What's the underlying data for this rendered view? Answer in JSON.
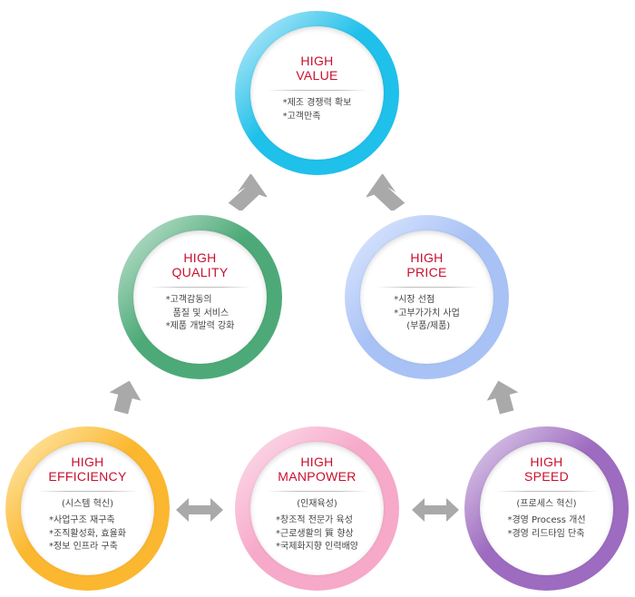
{
  "nodes": {
    "value": {
      "title": [
        "HIGH",
        "VALUE"
      ],
      "items": [
        "*제조 경쟁력 확보",
        "*고객만족"
      ],
      "color_start": "#cfeffa",
      "color_end": "#1fc0ea"
    },
    "quality": {
      "title": [
        "HIGH",
        "QUALITY"
      ],
      "items": [
        "*고객감동의",
        "품질 및 서비스",
        "*제품 개발력 강화"
      ],
      "color_start": "#cfe8da",
      "color_end": "#4daa78"
    },
    "price": {
      "title": [
        "HIGH",
        "PRICE"
      ],
      "items": [
        "*시장 선점",
        "*고부가가치 사업",
        "(부품/제품)"
      ],
      "color_start": "#e3ecff",
      "color_end": "#a9c2f5"
    },
    "efficiency": {
      "title": [
        "HIGH",
        "EFFICIENCY"
      ],
      "subtitle": "(시스템 혁신)",
      "items": [
        "*사업구조 재구축",
        "*조직활성화, 효율화",
        "*정보 인프라 구축"
      ],
      "color_start": "#ffeebb",
      "color_end": "#fbb72f"
    },
    "manpower": {
      "title": [
        "HIGH",
        "MANPOWER"
      ],
      "subtitle": "(인재육성)",
      "items": [
        "*창조적 전문가 육성",
        "*근로생활의 質 향상",
        "*국제화지향 인력배양"
      ],
      "color_start": "#fde3ee",
      "color_end": "#f6a9c9"
    },
    "speed": {
      "title": [
        "HIGH",
        "SPEED"
      ],
      "subtitle": "(프로세스 혁신)",
      "items": [
        "*경영 Process 개선",
        "*경영 리드타임 단축"
      ],
      "color_start": "#e6d9f0",
      "color_end": "#9d6bbf"
    }
  },
  "arrow_color": "#a9a9a9"
}
